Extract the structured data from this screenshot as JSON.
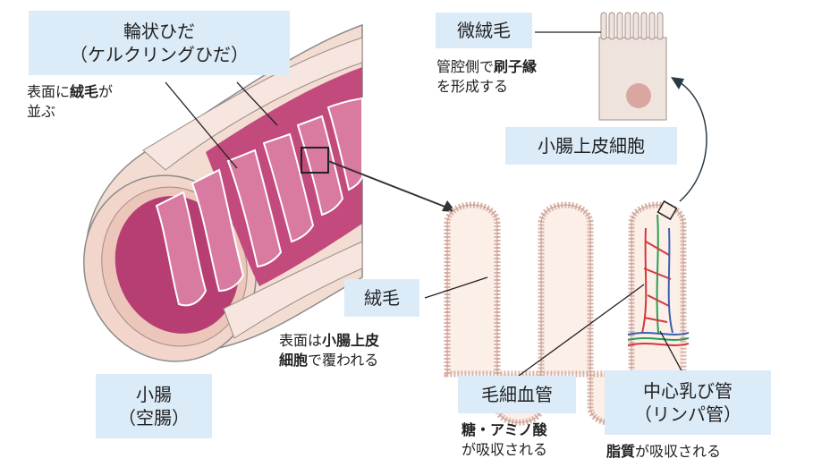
{
  "labels": {
    "fold_title_line1": "輪状ひだ",
    "fold_title_line2": "（ケルクリングひだ）",
    "cell_title": "微絨毛",
    "epithelial_cell": "小腸上皮細胞",
    "villus": "絨毛",
    "small_intestine_line1": "小腸",
    "small_intestine_line2": "（空腸）",
    "capillary": "毛細血管",
    "lacteal_line1": "中心乳び管",
    "lacteal_line2": "（リンパ管）"
  },
  "notes": {
    "surface_villi": {
      "pre": "表面に",
      "bold": "絨毛",
      "post": "が",
      "line2": "並ぶ"
    },
    "brush_border": {
      "pre": "管腔側で",
      "bold": "刷子縁",
      "line2": "を形成する"
    },
    "surface_cells": {
      "pre": "表面は",
      "bold": "小腸上皮",
      "bold2": "細胞",
      "post2": "で覆われる"
    },
    "sugar_amino": {
      "bold": "糖・アミノ酸",
      "line2": "が吸収される"
    },
    "lipid": {
      "bold": "脂質",
      "post": "が吸収される"
    }
  },
  "colors": {
    "label_bg": "#dcebf8",
    "intestine_wall": "#f3ddd3",
    "mucosa": "#b63e72",
    "mucosa_light": "#d97aa0",
    "villus_fill": "#fbefe8",
    "villus_edge": "#d9b3a8",
    "cell_fill": "#efe3de",
    "nucleus": "#d9a6a0",
    "lymph": "#2f9c55",
    "artery": "#d3383a",
    "vein": "#3c5fb0",
    "arrow": "#2a3a45"
  }
}
